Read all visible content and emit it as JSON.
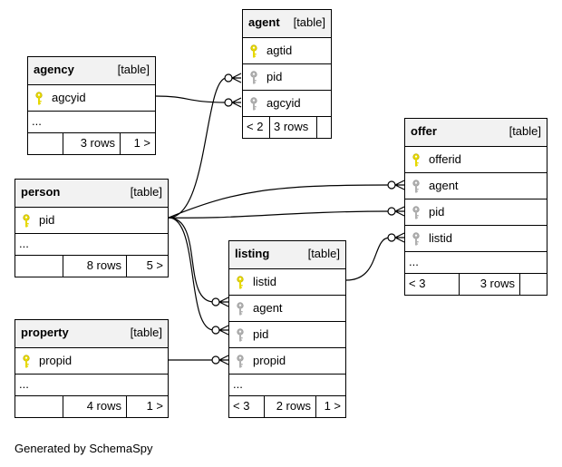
{
  "tables": {
    "agent": {
      "name": "agent",
      "kind": "[table]",
      "columns": [
        "agtid",
        "pid",
        "agcyid"
      ],
      "foot": [
        "< 2",
        "3 rows",
        ""
      ]
    },
    "agency": {
      "name": "agency",
      "kind": "[table]",
      "columns": [
        "agcyid"
      ],
      "ellipsis": "...",
      "foot": [
        "",
        "3 rows",
        "1 >"
      ]
    },
    "offer": {
      "name": "offer",
      "kind": "[table]",
      "columns": [
        "offerid",
        "agent",
        "pid",
        "listid"
      ],
      "ellipsis": "...",
      "foot": [
        "< 3",
        "3 rows",
        ""
      ]
    },
    "person": {
      "name": "person",
      "kind": "[table]",
      "columns": [
        "pid"
      ],
      "ellipsis": "...",
      "foot": [
        "",
        "8 rows",
        "5 >"
      ]
    },
    "listing": {
      "name": "listing",
      "kind": "[table]",
      "columns": [
        "listid",
        "agent",
        "pid",
        "propid"
      ],
      "ellipsis": "...",
      "foot": [
        "< 3",
        "2 rows",
        "1 >"
      ]
    },
    "property": {
      "name": "property",
      "kind": "[table]",
      "columns": [
        "propid"
      ],
      "ellipsis": "...",
      "foot": [
        "",
        "4 rows",
        "1 >"
      ]
    }
  },
  "key_colors": {
    "primary": "#e6d800",
    "foreign": "#b0b0b0"
  },
  "footer": "Generated by SchemaSpy"
}
